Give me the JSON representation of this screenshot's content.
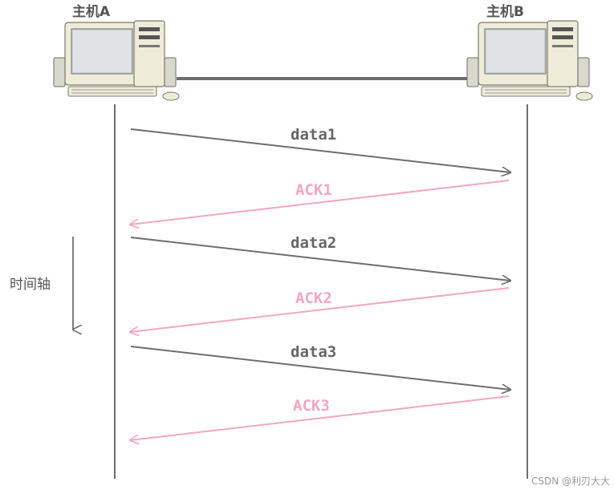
{
  "hosts": {
    "a": {
      "label": "主机A"
    },
    "b": {
      "label": "主机B"
    }
  },
  "timeline": {
    "label": "时间轴"
  },
  "messages": [
    {
      "label": "data1",
      "direction": "A-to-B",
      "kind": "data"
    },
    {
      "label": "ACK1",
      "direction": "B-to-A",
      "kind": "ack"
    },
    {
      "label": "data2",
      "direction": "A-to-B",
      "kind": "data"
    },
    {
      "label": "ACK2",
      "direction": "B-to-A",
      "kind": "ack"
    },
    {
      "label": "data3",
      "direction": "A-to-B",
      "kind": "data"
    },
    {
      "label": "ACK3",
      "direction": "B-to-A",
      "kind": "ack"
    }
  ],
  "colors": {
    "data": "#6e6e6e",
    "ack": "#f4a6c3",
    "lifeline": "#6e6e6e",
    "link": "#6e6e6e"
  },
  "watermark": "CSDN @利刃大大"
}
